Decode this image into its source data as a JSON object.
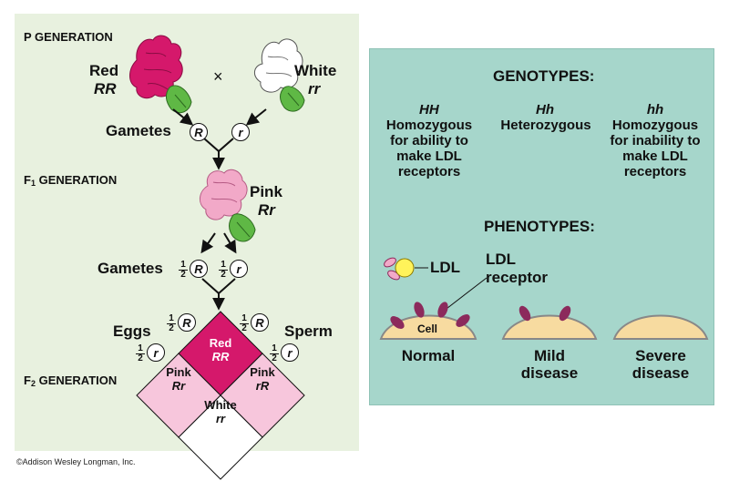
{
  "left": {
    "p_generation": "P GENERATION",
    "red_label": "Red",
    "red_genotype": "RR",
    "cross_symbol": "×",
    "white_label": "White",
    "white_genotype": "rr",
    "gametes_label_1": "Gametes",
    "gamete_R": "R",
    "gamete_r": "r",
    "f1_prefix": "F",
    "f1_sub": "1",
    "f1_suffix": " GENERATION",
    "pink_label": "Pink",
    "pink_genotype": "Rr",
    "gametes_label_2": "Gametes",
    "half_num": "1",
    "half_den": "2",
    "eggs_label": "Eggs",
    "sperm_label": "Sperm",
    "f2_prefix": "F",
    "f2_sub": "2",
    "f2_suffix": " GENERATION",
    "punnett": {
      "top_label": "Red",
      "top_genotype": "RR",
      "left_label": "Pink",
      "left_genotype": "Rr",
      "right_label": "Pink",
      "right_genotype": "rR",
      "bottom_label": "White",
      "bottom_genotype": "rr"
    }
  },
  "right": {
    "genotypes_title": "GENOTYPES:",
    "hh_dom": "HH",
    "hh_dom_desc": "Homozygous\nfor ability to\nmake LDL\nreceptors",
    "hh_het": "Hh",
    "hh_het_desc": "Heterozygous",
    "hh_rec": "hh",
    "hh_rec_desc": "Homozygous\nfor inability to\nmake LDL\nreceptors",
    "phenotypes_title": "PHENOTYPES:",
    "ldl_label": "LDL",
    "ldl_receptor_label": "LDL\nreceptor",
    "cell_label": "Cell",
    "normal_label": "Normal",
    "mild_label": "Mild\ndisease",
    "severe_label": "Severe\ndisease"
  },
  "copyright": "©Addison Wesley Longman, Inc.",
  "colors": {
    "left_bg": "#e8f1df",
    "right_bg": "#a6d6cb",
    "red_flower": "#d5186b",
    "pink_flower": "#f2a9c8",
    "punnett_pink": "#f7c6dc",
    "punnett_red": "#d5186b",
    "cell": "#f7dba0",
    "receptor": "#8c2a5c",
    "ldl_particle": "#fff35a",
    "leaf": "#5fb845"
  }
}
